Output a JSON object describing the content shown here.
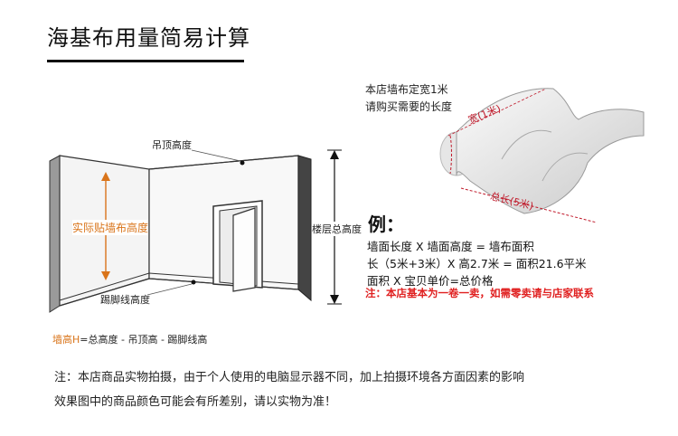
{
  "title": "海基布用量简易计算",
  "room_labels": {
    "ceiling": "吊顶高度",
    "wall_height": "实际贴墙布高度",
    "floor_height": "楼层总高度",
    "baseboard": "踢脚线高度"
  },
  "caption": {
    "prefix": "墙高H",
    "rest": "=总高度 - 吊顶高 - 踢脚线高"
  },
  "roll": {
    "note_line1": "本店墙布定宽1米",
    "note_line2": "请购买需要的长度",
    "width_label": "宽(1米)",
    "length_label": "总长(5米)"
  },
  "example": {
    "heading": "例：",
    "line1": "墙面长度 X 墙面高度 = 墙布面积",
    "line2": "长（5米+3米）X 高2.7米 = 面积21.6平米",
    "line3": "面积 X 宝贝单价=总价格",
    "red_note": "注：本店基本为一卷一卖，如需零卖请与店家联系"
  },
  "disclaimer": {
    "line1": "注：本店商品实物拍摄，由于个人使用的电脑显示器不同，加上拍摄环境各方面因素的影响",
    "line2": "效果图中的商品颜色可能会有所差别，请以实物为准！"
  },
  "colors": {
    "accent_orange": "#d9741a",
    "red": "#e02020"
  }
}
